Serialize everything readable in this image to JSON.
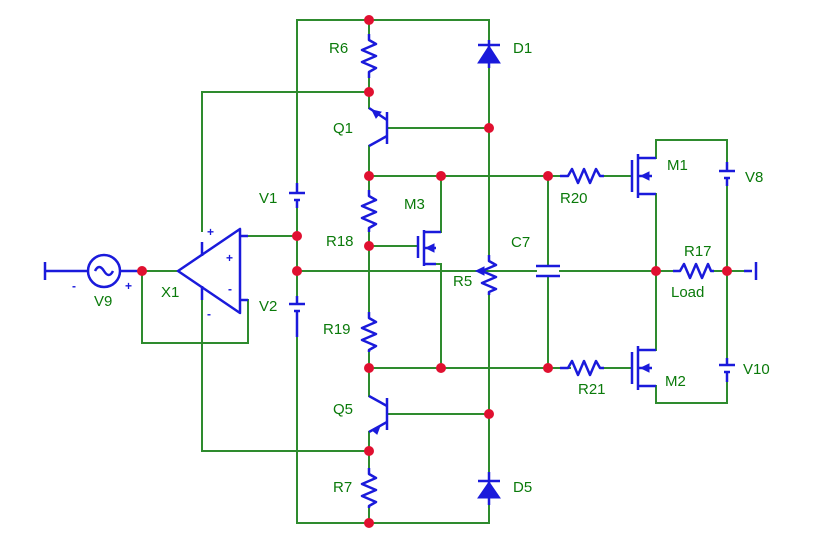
{
  "colors": {
    "wire": "#2e8b2e",
    "component": "#1a1adb",
    "junction": "#e01030",
    "label": "#0a7a0a"
  },
  "labels": {
    "R6": "R6",
    "D1": "D1",
    "Q1": "Q1",
    "M1": "M1",
    "V8": "V8",
    "V1": "V1",
    "M3": "M3",
    "R20": "R20",
    "R18": "R18",
    "C7": "C7",
    "R17": "R17",
    "R5": "R5",
    "Load": "Load",
    "V9": "V9",
    "X1": "X1",
    "V2": "V2",
    "R19": "R19",
    "R21": "R21",
    "M2": "M2",
    "V10": "V10",
    "Q5": "Q5",
    "R7": "R7",
    "D5": "D5"
  },
  "signs": {
    "plus": "+",
    "minus": "-"
  }
}
